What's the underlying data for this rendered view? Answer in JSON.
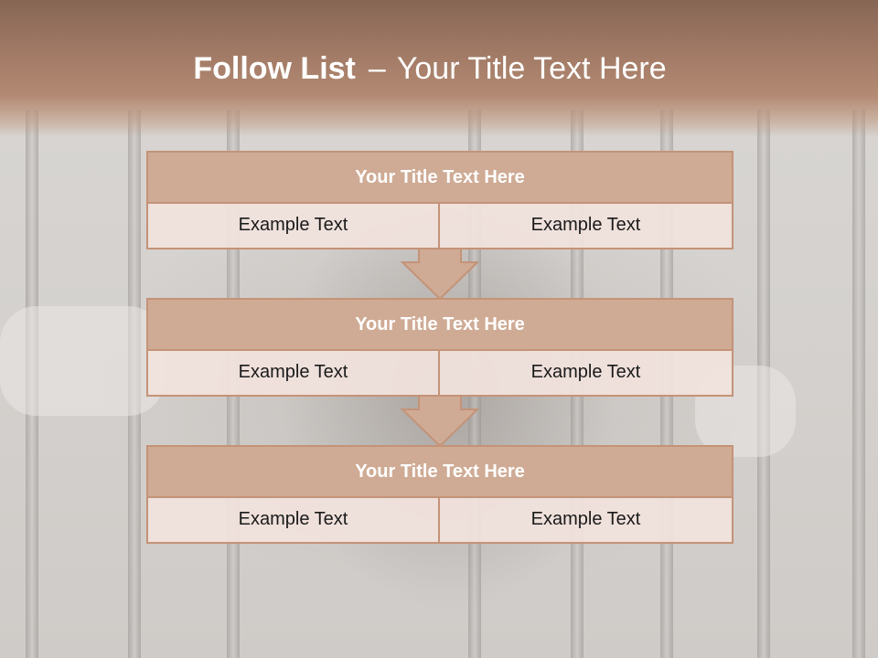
{
  "slide": {
    "title_bold": "Follow List",
    "title_sep": "–",
    "title_rest": "Your Title Text Here"
  },
  "list": [
    {
      "title": "Your Title Text Here",
      "left": "Example Text",
      "right": "Example Text"
    },
    {
      "title": "Your Title Text Here",
      "left": "Example Text",
      "right": "Example Text"
    },
    {
      "title": "Your Title Text Here",
      "left": "Example Text",
      "right": "Example Text"
    }
  ],
  "colors": {
    "header": "#a07a65",
    "block_title_fill": "#cfab95",
    "block_border": "#c49378",
    "cell_fill": "#f1e2dd",
    "arrow_fill": "#cfab95"
  }
}
